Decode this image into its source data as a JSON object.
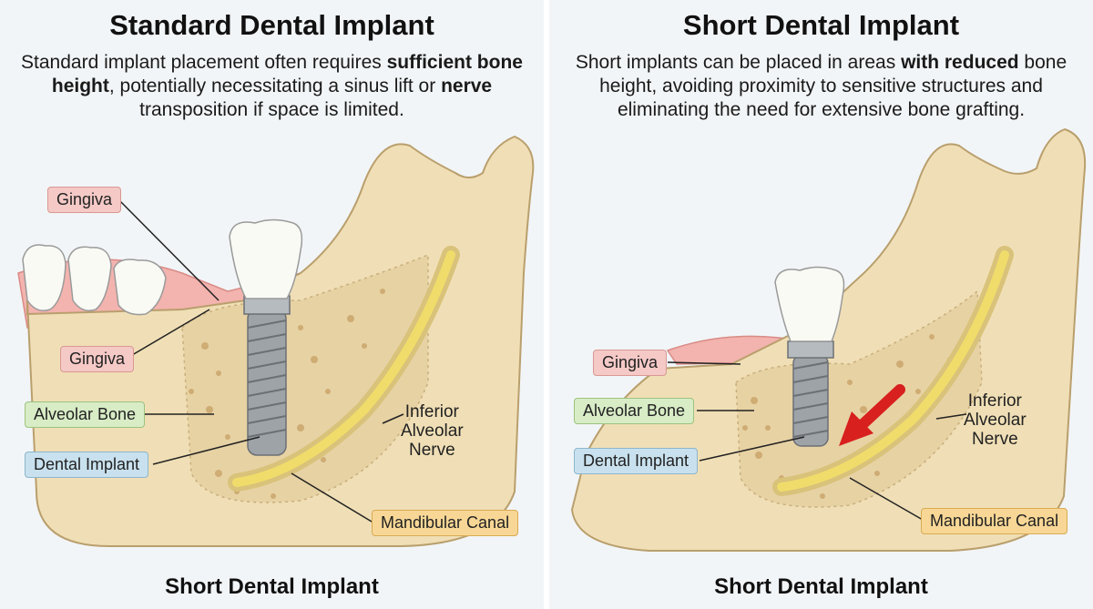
{
  "left": {
    "title": "Standard Dental Implant",
    "desc_1": "Standard implant placement often requires ",
    "desc_bold_1": "sufficient bone height",
    "desc_2": ", potentially necessitating a sinus lift or ",
    "desc_bold_2": "nerve",
    "desc_3": " transposition if space is limited.",
    "labels": {
      "gingiva_top": "Gingiva",
      "gingiva_mid": "Gingiva",
      "alveolar_bone": "Alveolar Bone",
      "dental_implant": "Dental Implant",
      "nerve_line1": "Inferior",
      "nerve_line2": "Alveolar",
      "nerve_line3": "Nerve",
      "mandibular_canal": "Mandibular Canal"
    },
    "caption": "Short Dental Implant"
  },
  "right": {
    "title": "Short Dental Implant",
    "desc_1": "Short implants can be placed in areas ",
    "desc_bold_1": "with reduced",
    "desc_2": " bone height, avoiding proximity to sensitive structures and eliminating the need for extensive bone grafting.",
    "labels": {
      "gingiva": "Gingiva",
      "alveolar_bone": "Alveolar Bone",
      "dental_implant": "Dental Implant",
      "nerve_line1": "Inferior",
      "nerve_line2": "Alveolar",
      "nerve_line3": "Nerve",
      "mandibular_canal": "Mandibular Canal"
    },
    "caption": "Short Dental Implant"
  },
  "colors": {
    "bone": "#efdfb8",
    "bone_edge": "#b99f6d",
    "gum": "#f1a6a2",
    "nerve": "#f0dc6a",
    "implant": "#9ea3a8",
    "tooth": "#fafaf5",
    "arrow": "#d8201e"
  }
}
